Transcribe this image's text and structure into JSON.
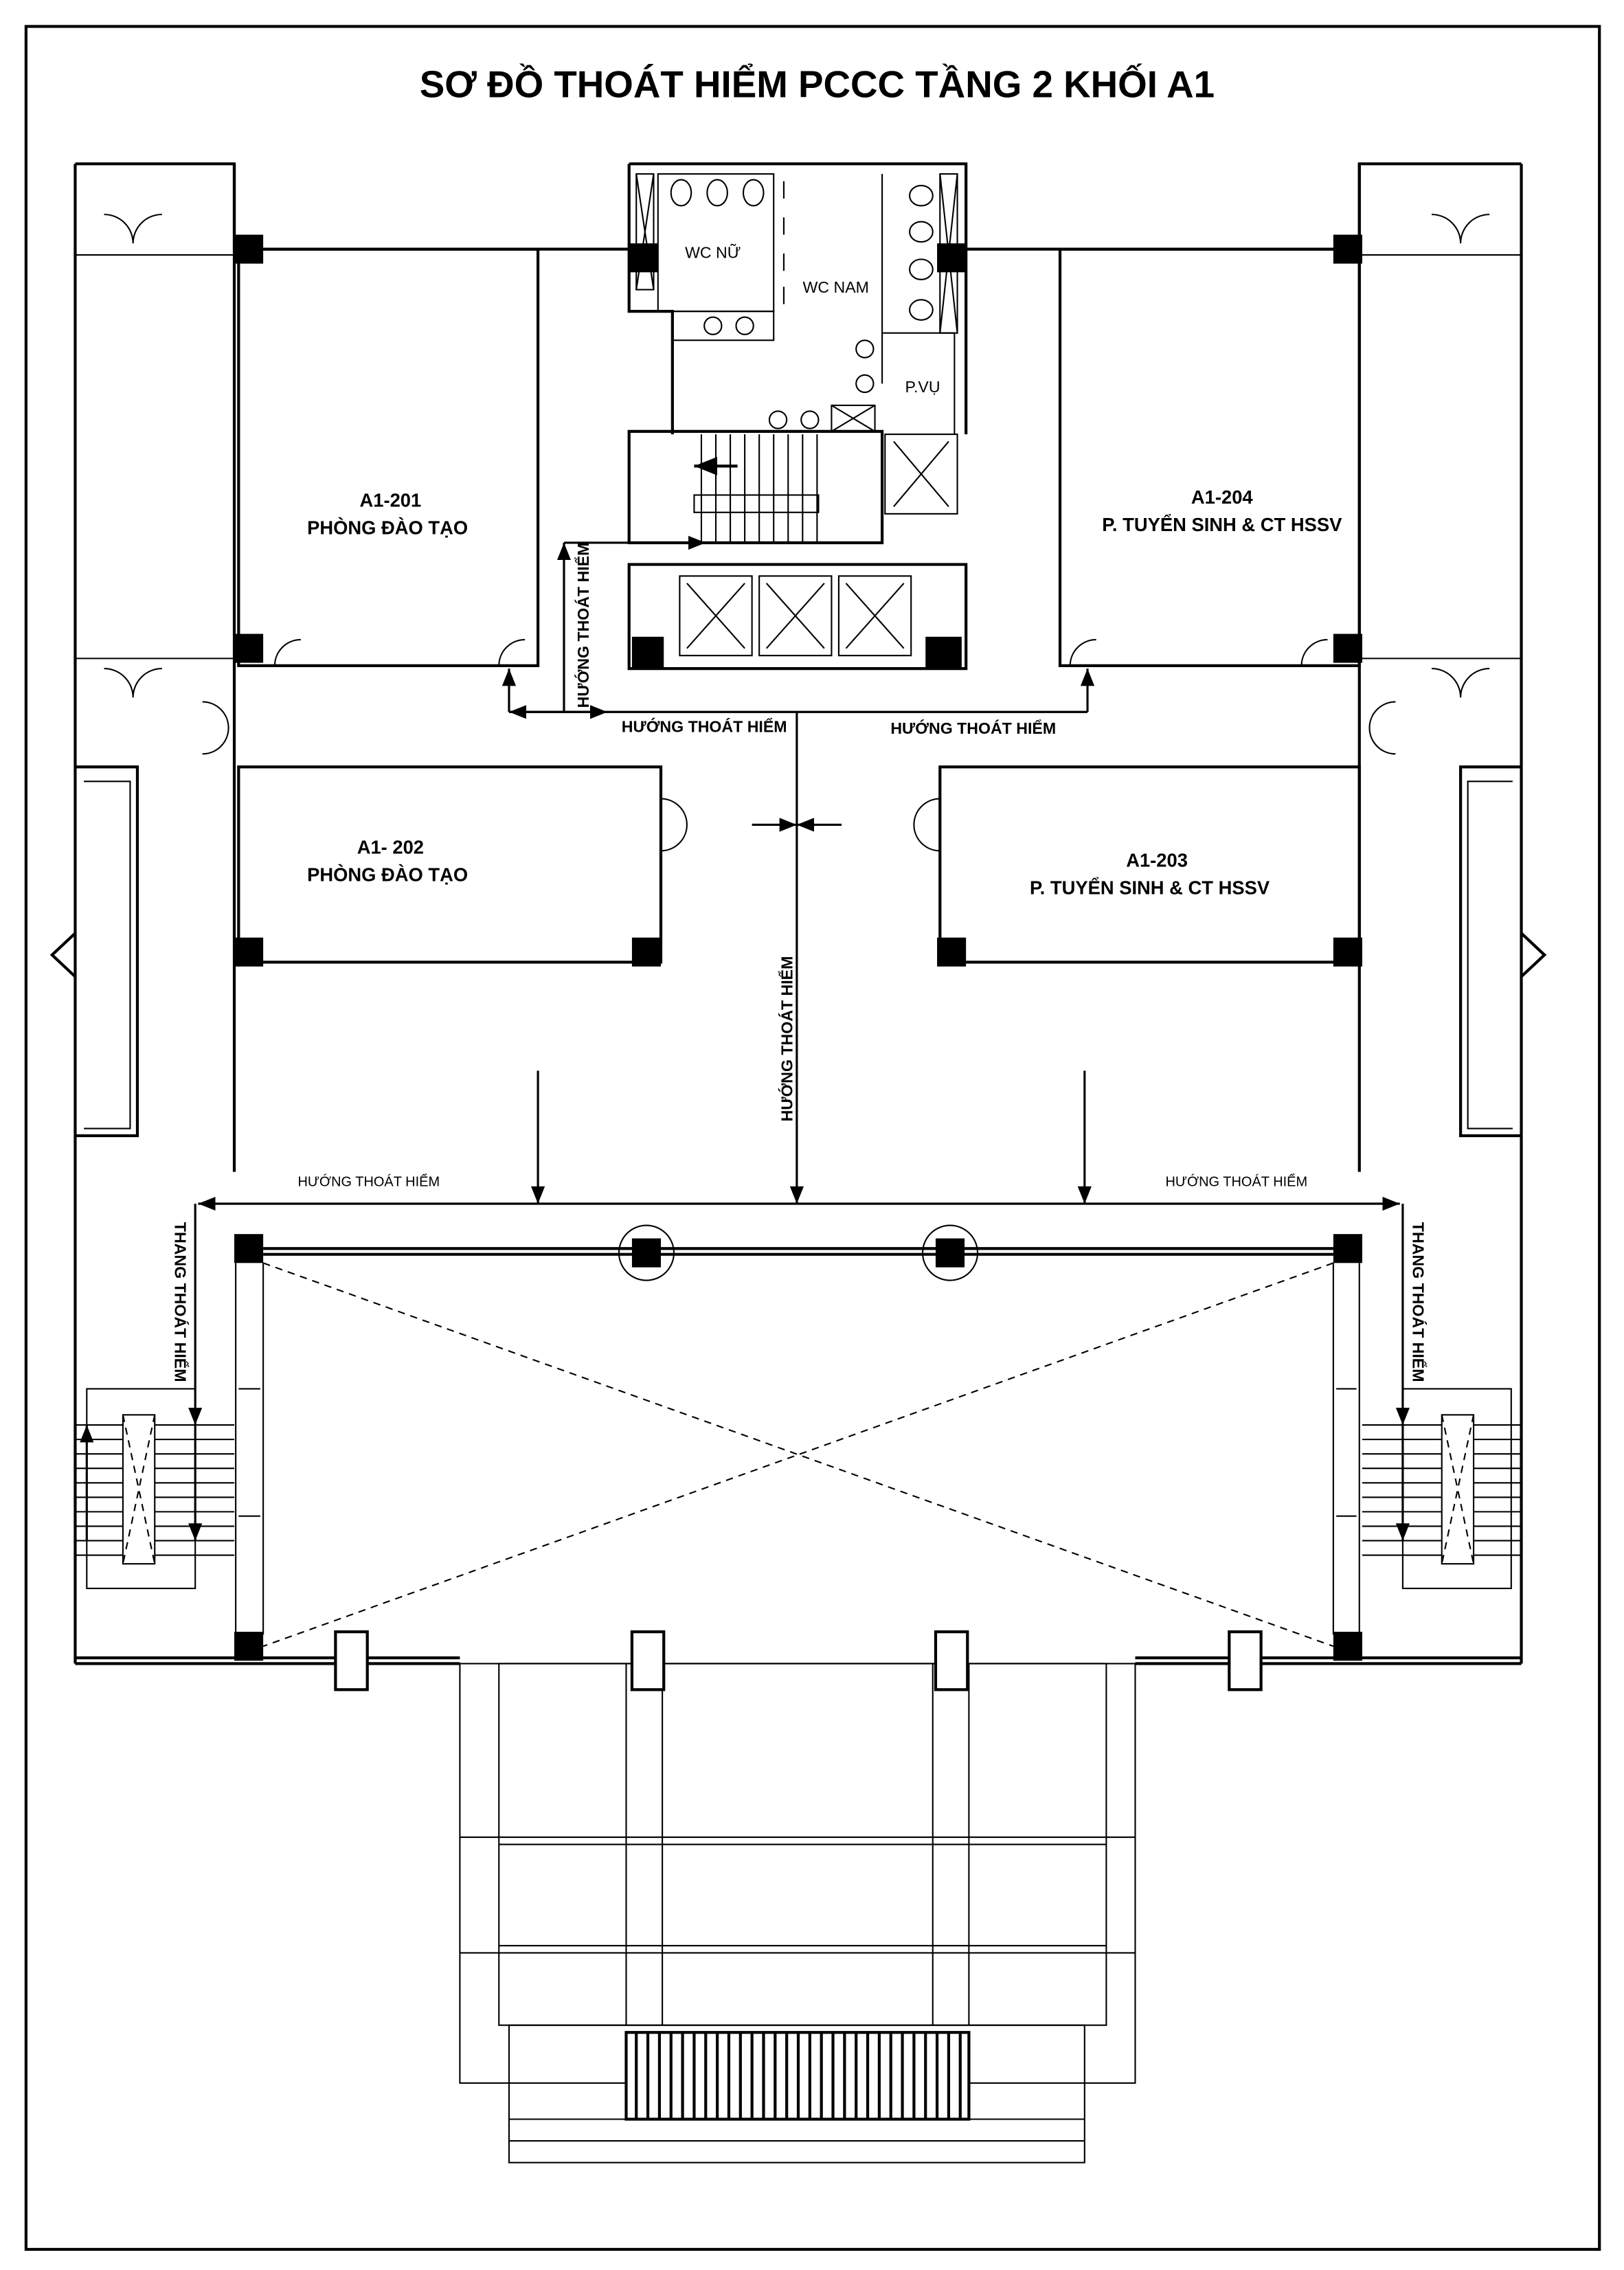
{
  "title": "SƠ ĐỒ THOÁT HIỂM PCCC TẦNG 2 KHỐI A1",
  "rooms": [
    {
      "code": "A1-201",
      "name": "PHÒNG ĐÀO TẠO"
    },
    {
      "code": "A1- 202",
      "name": "PHÒNG ĐÀO TẠO"
    },
    {
      "code": "A1-203",
      "name": "P. TUYỂN SINH & CT HSSV"
    },
    {
      "code": "A1-204",
      "name": "P. TUYỂN SINH & CT HSSV"
    }
  ],
  "service_rooms": {
    "wc_female": "WC NỮ",
    "wc_male": "WC NAM",
    "utility": "P.VỤ"
  },
  "exit_labels": {
    "corridor_left": "HƯỚNG THOÁT HIỂM",
    "corridor_right": "HƯỚNG THOÁT HIỂM",
    "core_vertical": "HƯỚNG THOÁT HIỂM",
    "lobby_vertical": "HƯỚNG THOÁT HIỂM",
    "hall_left": "HƯỚNG THOÁT HIỂM",
    "hall_right": "HƯỚNG THOÁT HIỂM",
    "stair_left": "THANG THOÁT HIỂM",
    "stair_right": "THANG THOÁT HIỂM"
  }
}
